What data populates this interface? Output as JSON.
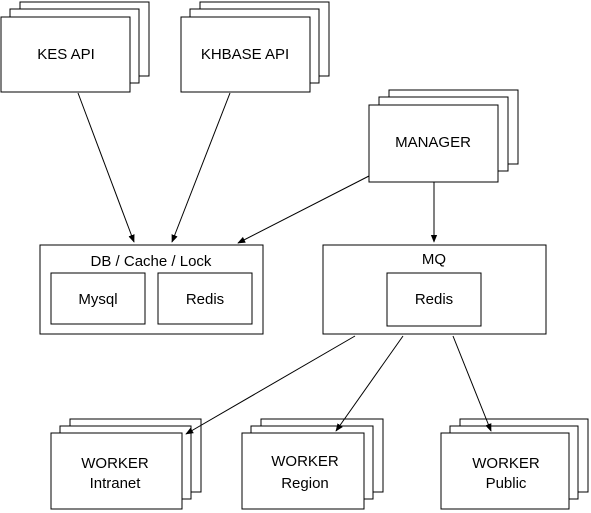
{
  "services": [
    {
      "label": "KES API"
    },
    {
      "label": "KHBASE API"
    },
    {
      "label": "MANAGER"
    }
  ],
  "storage": {
    "title": "DB / Cache / Lock",
    "children": [
      "Mysql",
      "Redis"
    ]
  },
  "queue": {
    "title": "MQ",
    "children": [
      "Redis"
    ]
  },
  "workers": [
    {
      "line1": "WORKER",
      "line2": "Intranet"
    },
    {
      "line1": "WORKER",
      "line2": "Region"
    },
    {
      "line1": "WORKER",
      "line2": "Public"
    }
  ],
  "colors": {
    "stroke": "#000000",
    "fill": "#ffffff",
    "text": "#000000"
  }
}
